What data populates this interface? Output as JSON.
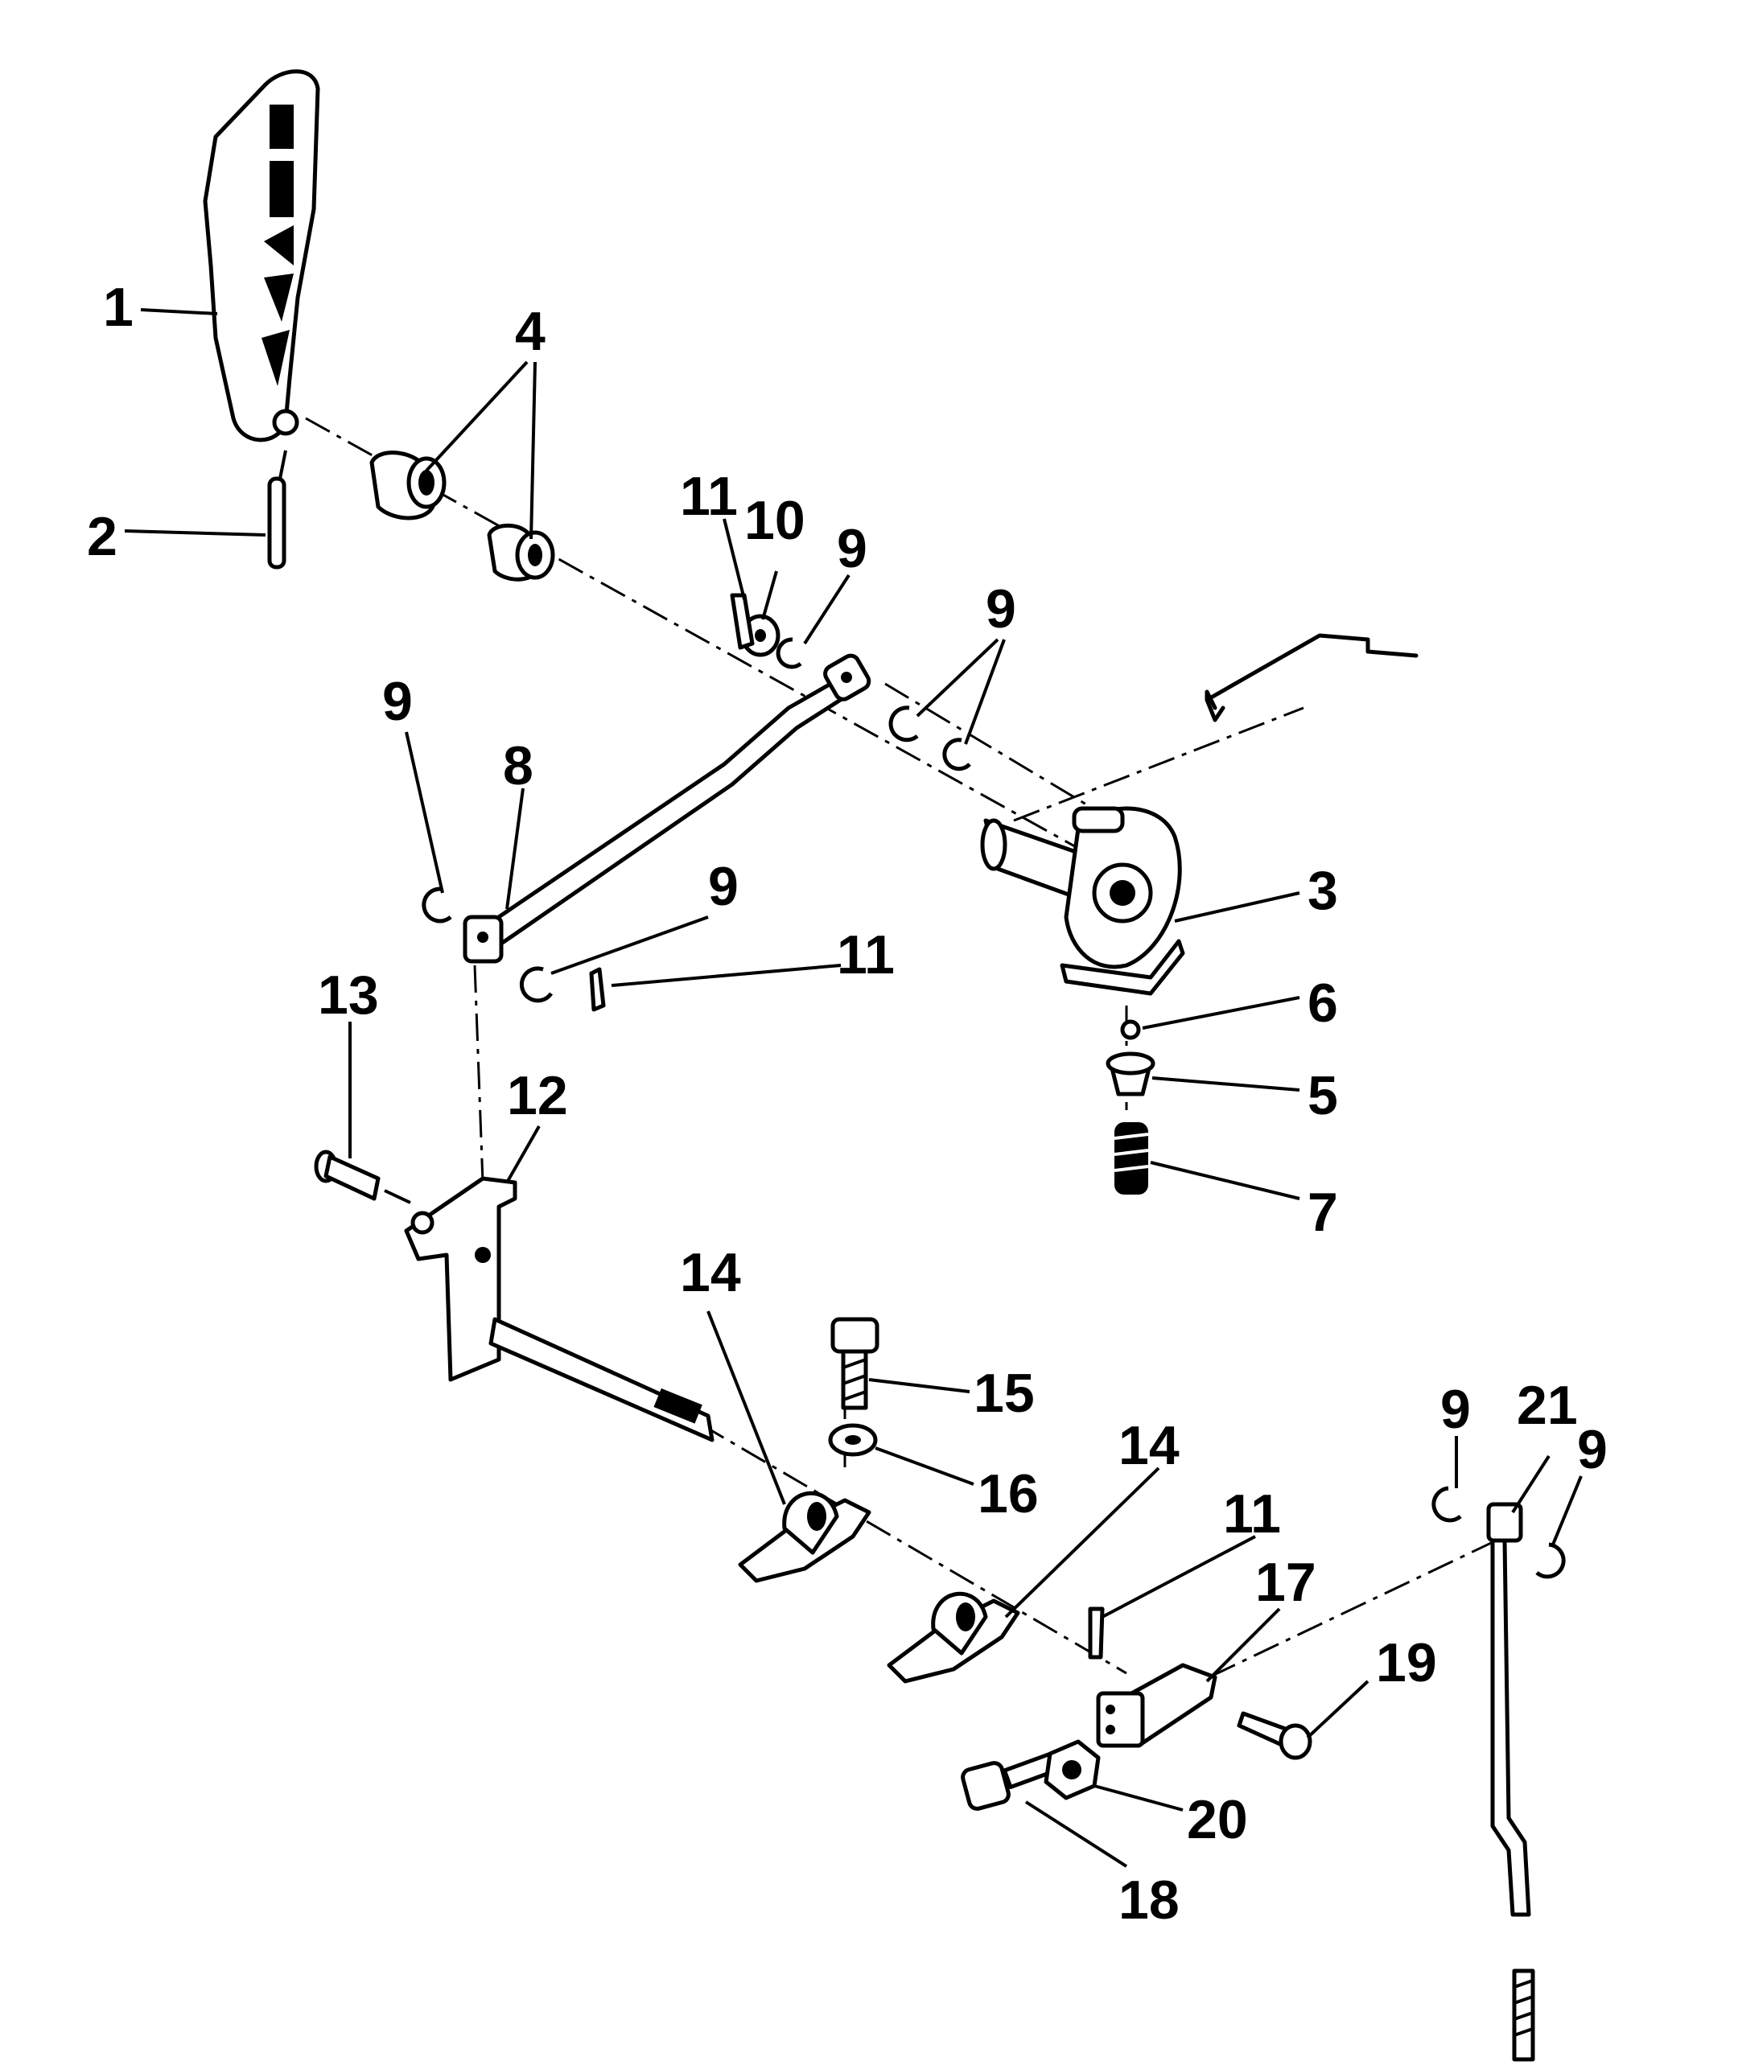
{
  "callouts": [
    {
      "id": "1",
      "text": "1"
    },
    {
      "id": "2",
      "text": "2"
    },
    {
      "id": "3",
      "text": "3"
    },
    {
      "id": "4",
      "text": "4"
    },
    {
      "id": "5",
      "text": "5"
    },
    {
      "id": "6",
      "text": "6"
    },
    {
      "id": "7",
      "text": "7"
    },
    {
      "id": "8",
      "text": "8"
    },
    {
      "id": "9a",
      "text": "9"
    },
    {
      "id": "9b",
      "text": "9"
    },
    {
      "id": "9c",
      "text": "9"
    },
    {
      "id": "9d",
      "text": "9"
    },
    {
      "id": "9e",
      "text": "9"
    },
    {
      "id": "9f",
      "text": "9"
    },
    {
      "id": "10",
      "text": "10"
    },
    {
      "id": "11a",
      "text": "11"
    },
    {
      "id": "11b",
      "text": "11"
    },
    {
      "id": "11c",
      "text": "11"
    },
    {
      "id": "12",
      "text": "12"
    },
    {
      "id": "13",
      "text": "13"
    },
    {
      "id": "14a",
      "text": "14"
    },
    {
      "id": "14b",
      "text": "14"
    },
    {
      "id": "15",
      "text": "15"
    },
    {
      "id": "16",
      "text": "16"
    },
    {
      "id": "17",
      "text": "17"
    },
    {
      "id": "18",
      "text": "18"
    },
    {
      "id": "19",
      "text": "19"
    },
    {
      "id": "20",
      "text": "20"
    },
    {
      "id": "21",
      "text": "21"
    }
  ]
}
